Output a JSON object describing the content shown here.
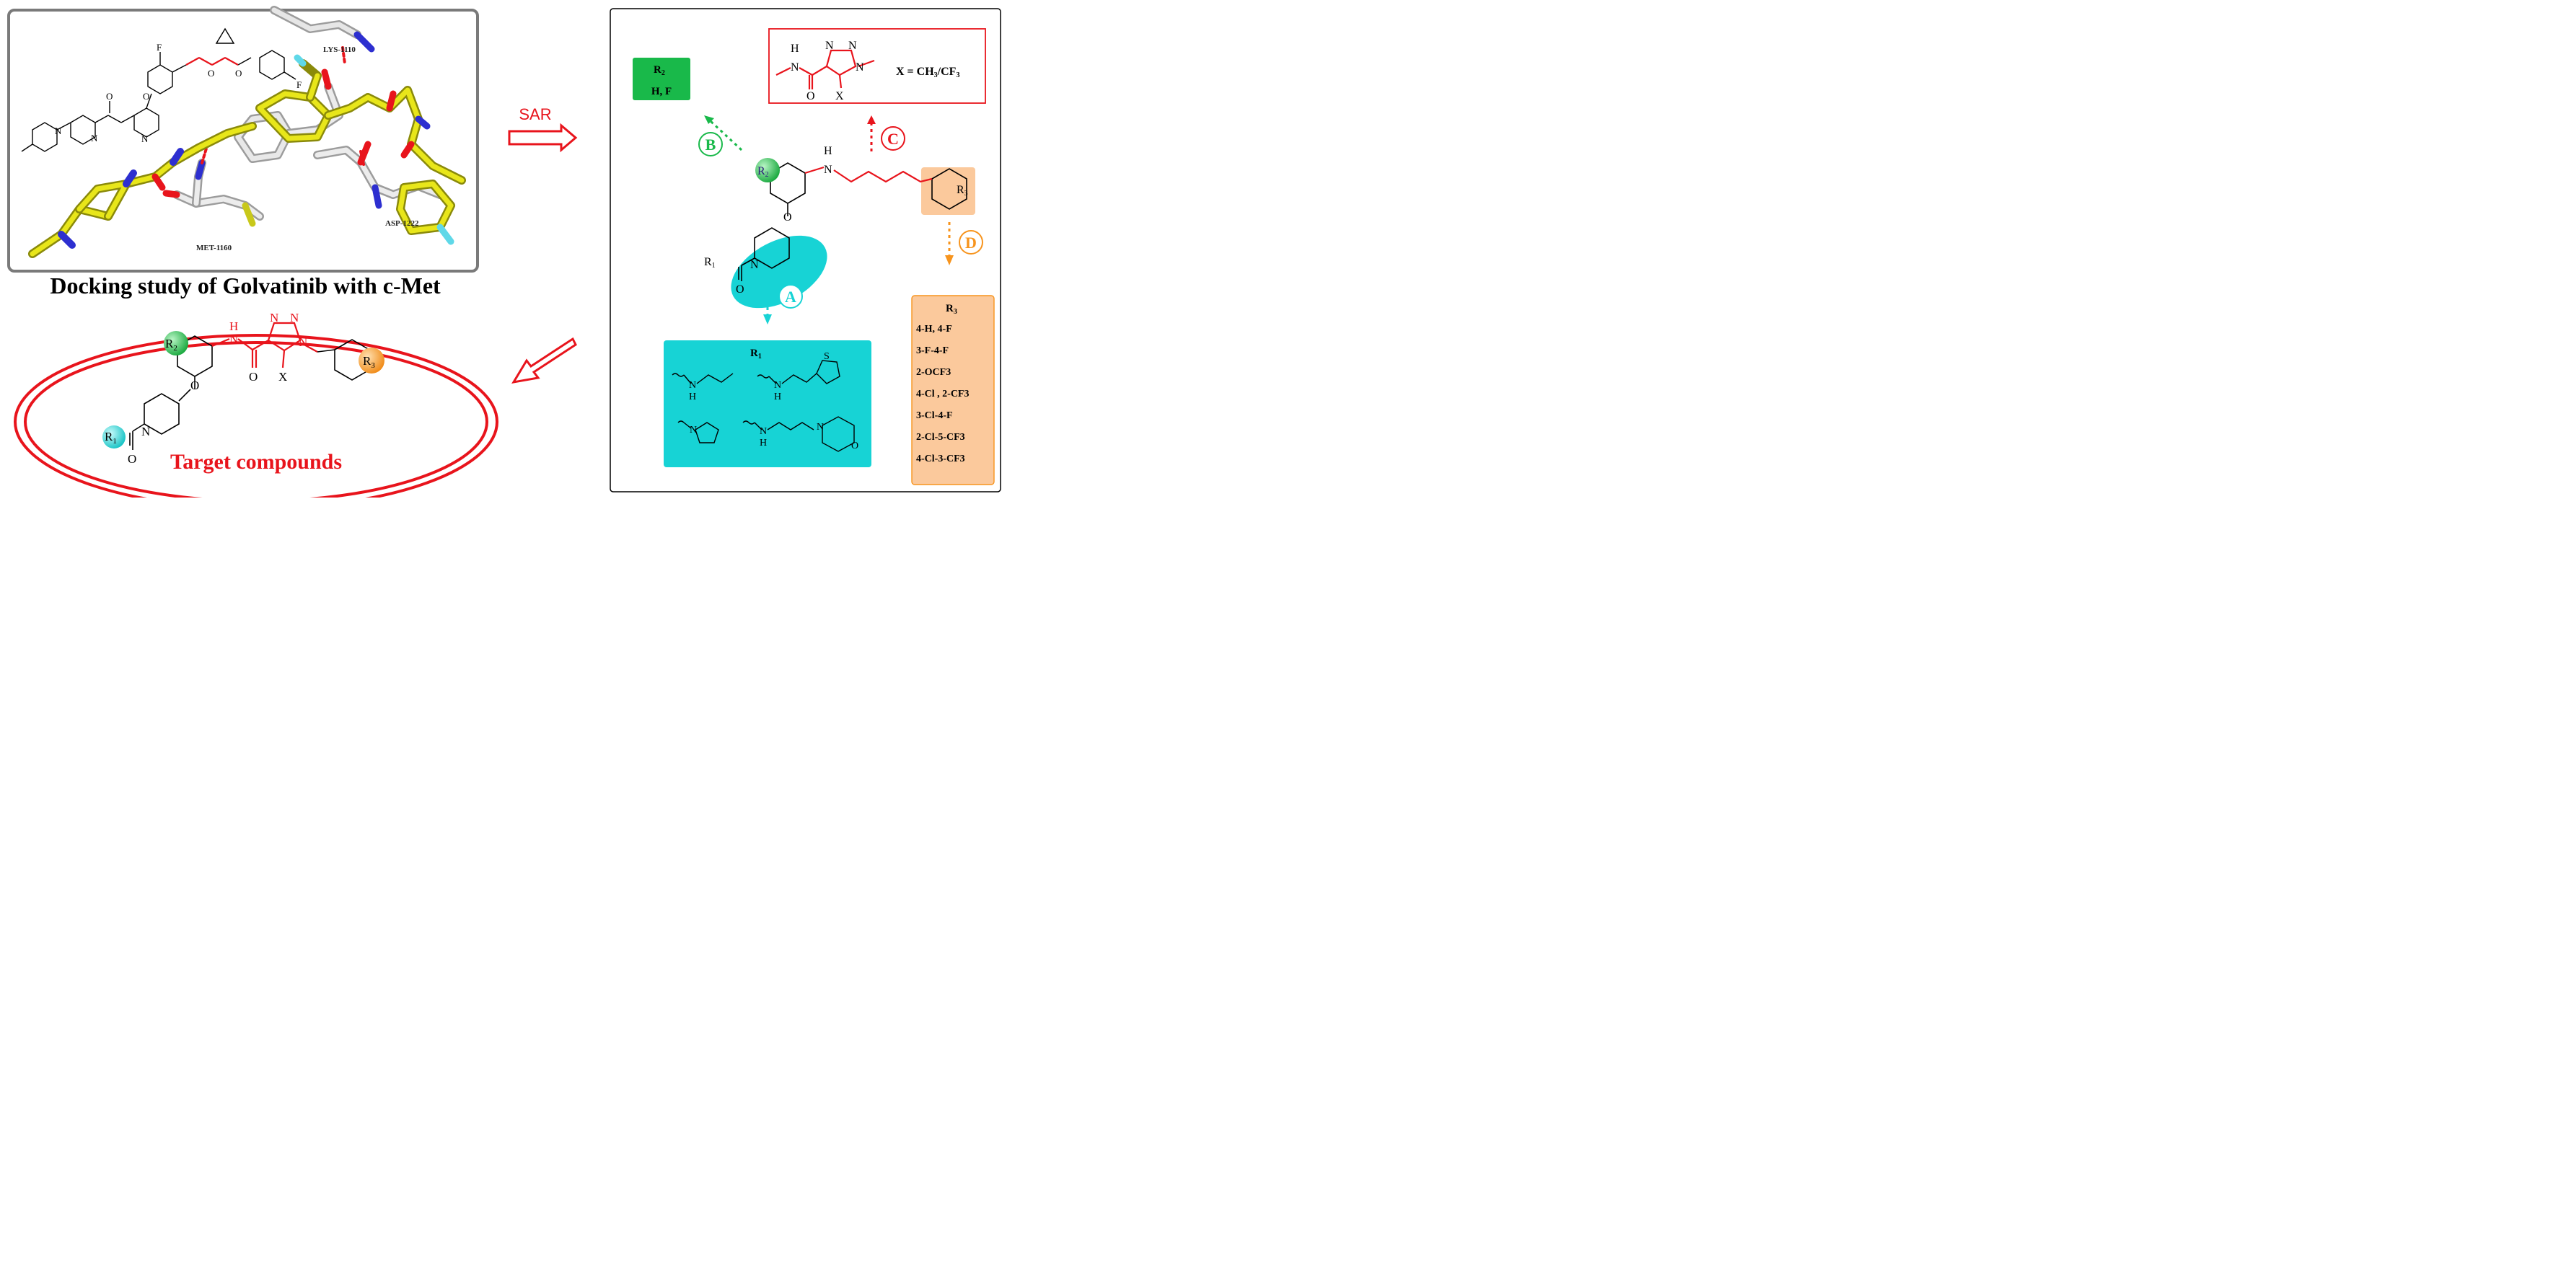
{
  "docking_panel": {
    "caption": "Docking study of Golvatinib with c-Met",
    "residues": {
      "lys": "LYS-1110",
      "asp": "ASP-1222",
      "met": "MET-1160"
    }
  },
  "flow": {
    "sar_label": "SAR"
  },
  "target": {
    "label": "Target compounds"
  },
  "sar_panel": {
    "site_a": "A",
    "site_b": "B",
    "site_c": "C",
    "site_d": "D",
    "box_b": {
      "title": "R",
      "title_sub": "2",
      "values": "H, F"
    },
    "box_c": {
      "x_label": "X = CH",
      "x_sub1": "3",
      "x_mid": "/CF",
      "x_sub2": "3"
    },
    "box_a": {
      "title": "R",
      "title_sub": "1"
    },
    "box_d": {
      "title": "R",
      "title_sub": "3",
      "items": [
        "4-H, 4-F",
        "3-F-4-F",
        "2-OCF3",
        "4-Cl , 2-CF3",
        "3-Cl-4-F",
        "2-Cl-5-CF3",
        "4-Cl-3-CF3"
      ]
    }
  },
  "atoms": {
    "F": "F",
    "O": "O",
    "N": "N",
    "H": "H",
    "S": "S",
    "X": "X",
    "R1": "R",
    "R1_sub": "1",
    "R2": "R",
    "R2_sub": "2",
    "R3": "R",
    "R3_sub": "3"
  },
  "colors": {
    "red": "#e8141c",
    "green": "#19b94a",
    "cyan": "#17d3d5",
    "orange": "#f7941d",
    "yellow": "#e8e61a",
    "gray": "#707070"
  }
}
